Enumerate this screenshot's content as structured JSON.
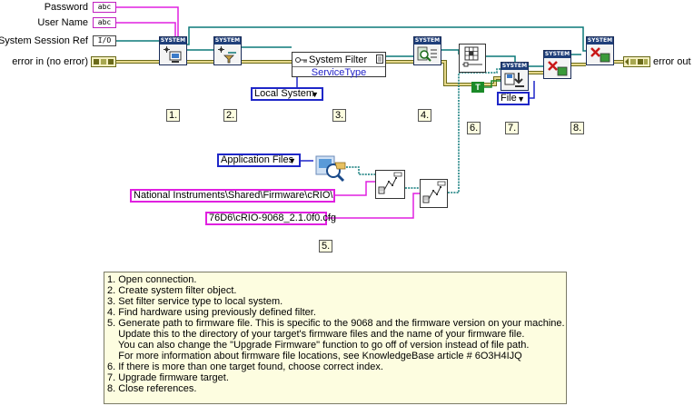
{
  "controls": {
    "password_label": "Password",
    "username_label": "User Name",
    "session_label": "System Session Ref",
    "error_in_label": "error in (no error)",
    "error_out_label": "error out",
    "string_term_text": "abc",
    "ref_term_text": "I/O"
  },
  "nodes": {
    "header_text": "SYSTEM",
    "system_filter_label": "System Filter",
    "service_type_label": "ServiceType"
  },
  "constants": {
    "local_system": "Local System",
    "file": "File",
    "application_files": "Application Files",
    "firmware_path": "National Instruments\\Shared\\Firmware\\cRIO\\",
    "firmware_file": "76D6\\cRIO-9068_2.1.0f0.cfg",
    "true_label": "T"
  },
  "steps": [
    "1.",
    "2.",
    "3.",
    "4.",
    "5.",
    "6.",
    "7.",
    "8."
  ],
  "comment": {
    "lines": [
      "1. Open connection.",
      "2. Create system filter object.",
      "3. Set filter service type to local system.",
      "4. Find hardware using previously defined filter.",
      "5. Generate path to firmware file. This is specific to the 9068 and the firmware version on your machine.",
      "    Update this to the directory of your target's firmware files and the name of your firmware file.",
      "    You can also change the \"Upgrade Firmware\" function to go off of version instead of file path.",
      "    For more information about firmware file locations, see KnowledgeBase article # 6O3H4IJQ",
      "6. If there is more than one target found, choose correct index.",
      "7. Upgrade firmware target.",
      "8. Close references."
    ]
  },
  "colors": {
    "string_wire": "#e020e0",
    "error_wire": "#6b6b1a",
    "error_wire_fill": "#e6d88a",
    "refnum_wire": "#0c7878",
    "enum_wire": "#1f27c8",
    "path_wire": "#0c7878",
    "node_header": "#1f3f7a",
    "comment_bg": "#fdfde0"
  },
  "icons": [
    "system-open-icon",
    "system-filter-create-icon",
    "system-find-icon",
    "array-index-icon",
    "upgrade-firmware-icon",
    "close-reference-icon",
    "close-session-icon",
    "special-path-icon",
    "build-path-icon"
  ]
}
